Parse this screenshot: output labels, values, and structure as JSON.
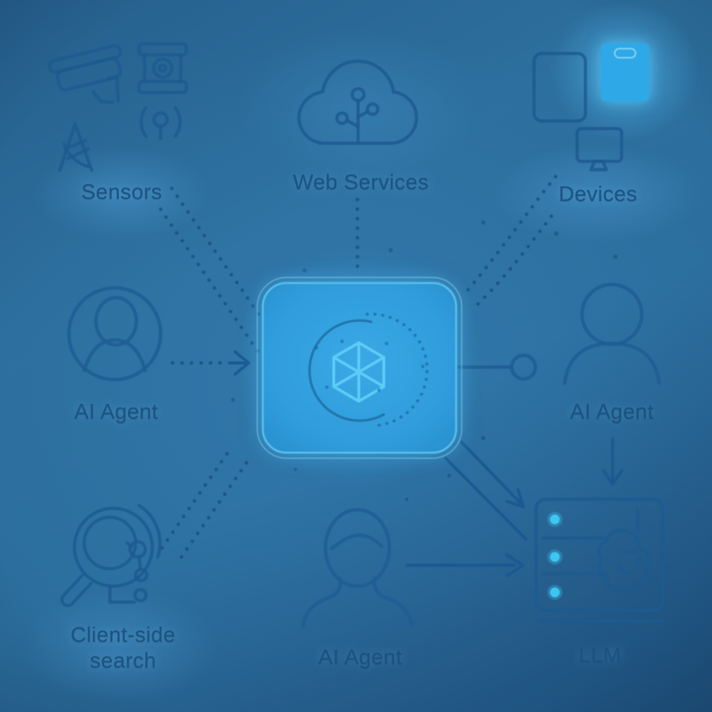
{
  "diagram": {
    "hub": {
      "name": "central-hub",
      "icon": "cube-icon",
      "decorations": [
        "orbit-arc-solid",
        "orbit-arc-dotted"
      ]
    },
    "nodes": {
      "sensors": {
        "label": "Sensors",
        "icons": [
          "cctv-camera-icon",
          "canister-icon",
          "radio-tower-icon",
          "wireless-signal-icon"
        ]
      },
      "web_services": {
        "label": "Web Services",
        "icons": [
          "cloud-circuit-icon"
        ]
      },
      "devices": {
        "label": "Devices",
        "icons": [
          "tablet-icon",
          "badge-card-icon",
          "monitor-icon"
        ]
      },
      "ai_agent_left": {
        "label": "AI Agent",
        "icons": [
          "user-circle-icon"
        ]
      },
      "ai_agent_right": {
        "label": "AI Agent",
        "icons": [
          "person-icon"
        ]
      },
      "client_side_search": {
        "label": "Client-side search",
        "icons": [
          "search-network-icon"
        ]
      },
      "ai_agent_bottom": {
        "label": "AI Agent",
        "icons": [
          "person-face-icon"
        ]
      },
      "llm": {
        "label": "LLM",
        "icons": [
          "server-icon",
          "brain-icon",
          "led-dots"
        ]
      }
    },
    "connections": [
      {
        "from": "sensors",
        "to": "hub",
        "style": "dotted",
        "lines": 2
      },
      {
        "from": "web_services",
        "to": "hub",
        "style": "dotted",
        "lines": 1
      },
      {
        "from": "devices",
        "to": "hub",
        "style": "dotted",
        "lines": 2
      },
      {
        "from": "ai_agent_left",
        "to": "hub",
        "style": "dotted-arrow",
        "lines": 1
      },
      {
        "from": "client_side_search",
        "to": "hub",
        "style": "dotted",
        "lines": 2
      },
      {
        "from": "hub",
        "to": "ai_agent_right",
        "style": "solid-circle-terminal",
        "lines": 1
      },
      {
        "from": "hub",
        "to": "llm",
        "style": "solid-arrow",
        "lines": 2
      },
      {
        "from": "ai_agent_right",
        "to": "llm",
        "style": "solid-arrow",
        "lines": 1
      },
      {
        "from": "ai_agent_bottom",
        "to": "llm",
        "style": "solid-arrow",
        "lines": 1
      }
    ],
    "colors": {
      "background_base": "#2A6996",
      "hub_fill": "#2E9CDC",
      "hub_border": "#5FBFEE",
      "icon_stroke": "#1C5B90",
      "label_text": "#1A5383",
      "led_dot": "#3DC6F2",
      "device_card_fill": "#2FA8E6",
      "cube_stroke": "#5FD0F8"
    }
  }
}
